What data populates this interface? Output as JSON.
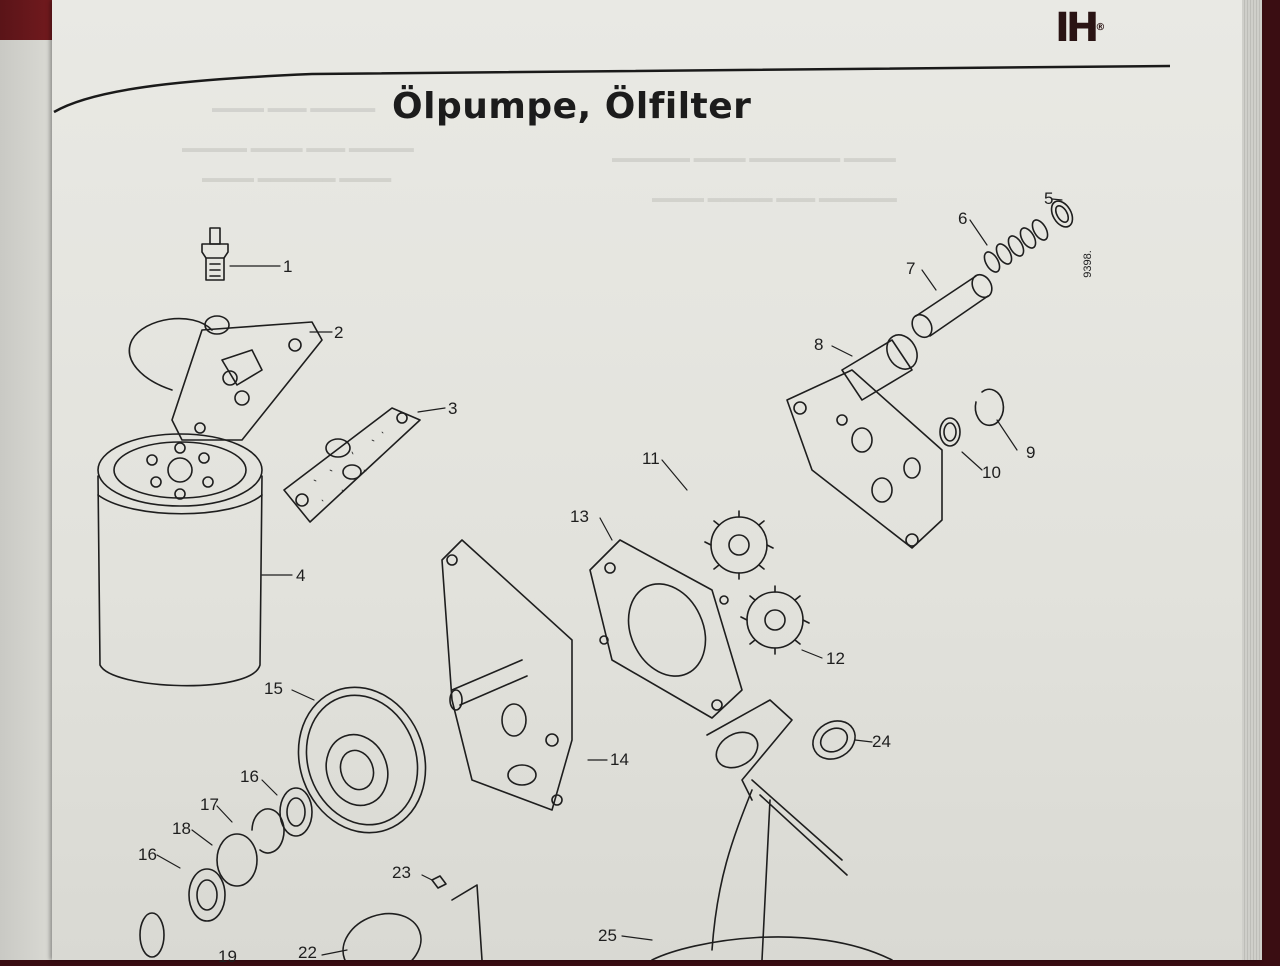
{
  "header": {
    "logo_text": "IH",
    "logo_mark": "®",
    "title": "Ölpumpe, Ölfilter"
  },
  "drawing": {
    "figure_code": "9398.",
    "callouts": [
      "1",
      "2",
      "3",
      "4",
      "5",
      "6",
      "7",
      "8",
      "9",
      "10",
      "11",
      "12",
      "13",
      "14",
      "15",
      "16",
      "16",
      "17",
      "18",
      "19",
      "22",
      "23",
      "24",
      "25"
    ]
  },
  "colors": {
    "page": "#e6e6e0",
    "ink": "#1e1e1e",
    "binding": "#5a1418"
  }
}
